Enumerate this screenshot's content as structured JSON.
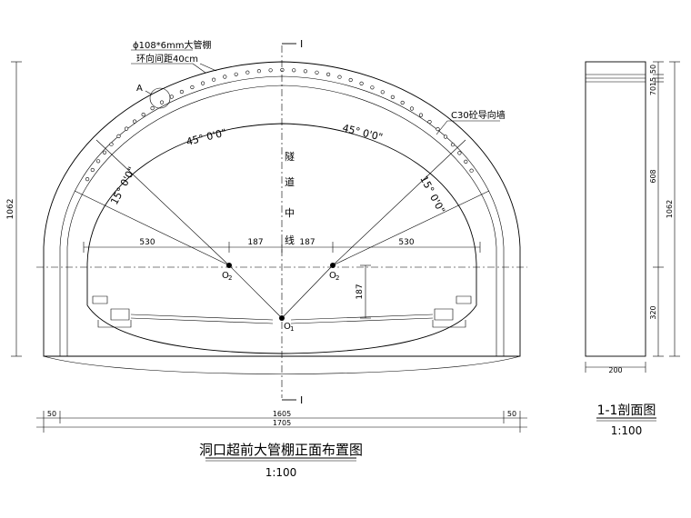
{
  "title": "洞口超前大管棚正面布置图",
  "title_scale": "1:100",
  "section_title": "1-1剖面图",
  "section_scale": "1:100",
  "annotations": {
    "pipe_spec_line1": "ϕ108*6mm大管棚",
    "pipe_spec_line2": "环向间距40cm",
    "detail_a": "A",
    "guide_wall": "C30砼导向墙",
    "angle_left": "45° 0'0\"",
    "angle_right": "45° 0'0\"",
    "angle_side_left": "15° 0'0\"",
    "angle_side_right": "15° 0'0\"",
    "centerline_chars": [
      "隧",
      "道",
      "中",
      "线"
    ],
    "section_mark_top": "I",
    "section_mark_bottom": "I",
    "center_o1": "O",
    "center_o1_sub": "1",
    "center_o2_left": "O",
    "center_o2_left_sub": "2",
    "center_o2_right": "O",
    "center_o2_right_sub": "2"
  },
  "dimensions": {
    "radius_left": "530",
    "offset_left": "187",
    "offset_right": "187",
    "radius_right": "530",
    "vertical_offset": "187",
    "height_total": "1062",
    "inner_width": "1605",
    "outer_width": "1705",
    "edge_left": "50",
    "edge_right": "50",
    "sec_top_a": "15",
    "sec_top_b": "50",
    "sec_top_c": "70",
    "sec_mid": "608",
    "sec_low": "320",
    "sec_total": "1062",
    "sec_width": "200"
  }
}
